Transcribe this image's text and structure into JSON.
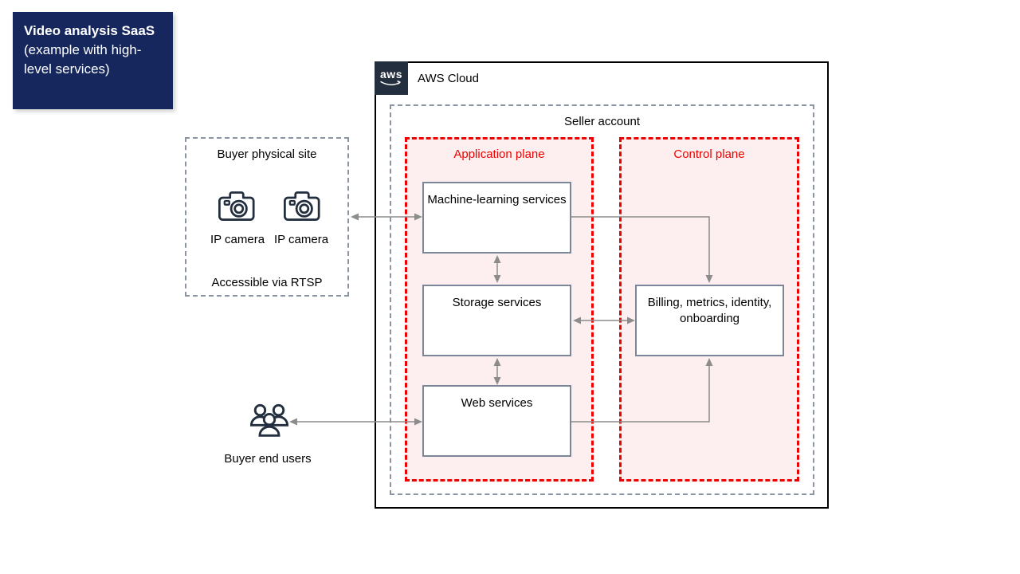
{
  "title": {
    "bold": "Video analysis SaaS",
    "rest": " (example with high-level services)"
  },
  "aws_cloud": {
    "logo_text": "aws",
    "label": "AWS Cloud"
  },
  "seller_account": {
    "label": "Seller account"
  },
  "application_plane": {
    "label": "Application plane",
    "boxes": {
      "ml": "Machine-learning services",
      "storage": "Storage services",
      "web": "Web services"
    }
  },
  "control_plane": {
    "label": "Control plane",
    "boxes": {
      "billing": "Billing, metrics, identity, onboarding"
    }
  },
  "buyer_site": {
    "label": "Buyer physical site",
    "camera1_label": "IP camera",
    "camera2_label": "IP camera",
    "footer": "Accessible via RTSP"
  },
  "end_users": {
    "label": "Buyer end users"
  },
  "colors": {
    "title_bg": "#15275d",
    "aws_logo_bg": "#232f3e",
    "plane_border_red": "#ee0000",
    "plane_fill_pink": "#fdefef",
    "plane_label_red": "#f00000",
    "service_box_border": "#7b8698",
    "dashed_gray": "#8a94a3",
    "arrow_gray": "#8c8c8c",
    "icon_dark": "#232f3e"
  }
}
